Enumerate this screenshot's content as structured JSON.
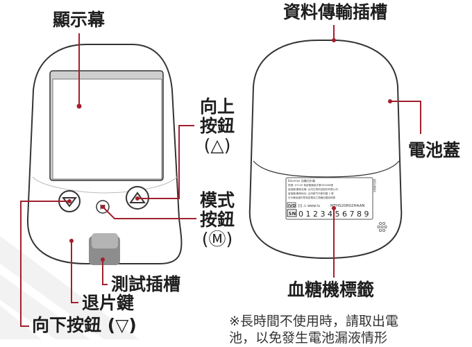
{
  "labels": {
    "display_screen": "顯示幕",
    "data_port": "資料傳輸插槽",
    "up_button_line1": "向上",
    "up_button_line2": "按鈕",
    "up_button_symbol": "(△)",
    "battery_cover": "電池蓋",
    "mode_button_line1": "模式",
    "mode_button_line2": "按鈕",
    "mode_button_symbol": "(Ⓜ)",
    "test_slot": "測試插槽",
    "eject_key": "退片鍵",
    "down_button": "向下按鈕 (▽)",
    "device_label": "血糖機標籤",
    "note_line1": "※長時間不使用時，請取出電",
    "note_line2": "池，以免發生電池漏液情形"
  },
  "device_buttons": {
    "down": "▽",
    "mode": "M",
    "up": "△"
  },
  "sticker": {
    "brand_line": "Bioumax 血糖分析儀",
    "line2": "型號: HT100   衛部醫器製字第005696號",
    "line3": "製造廠/藥商名稱: 台灣生物科技股份有限公司",
    "line4": "製造廠/藥商地址: 台灣新竹市新科路 2 號",
    "line5": "在中華民國市售相容電池之規格記載說明書",
    "ivd_text": "IVD",
    "symbols_text": "[i] ⚠ www.lu",
    "code_text": "MTHS20R02HAAN",
    "sn_label": "SN",
    "serial": "0 1 2 3 4 5 6 7 8 9",
    "side_text": "BIOUMAX"
  },
  "colors": {
    "leader_line": "#a21f2c",
    "outline": "#333333",
    "stripe": "#f0f0f0"
  }
}
